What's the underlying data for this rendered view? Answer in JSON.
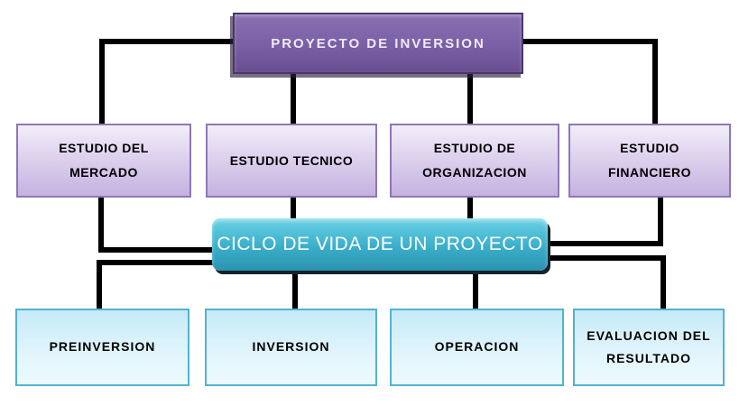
{
  "diagram": {
    "title_box": {
      "label": "PROYECTO DE INVERSION"
    },
    "middle_box": {
      "label": "CICLO DE VIDA DE UN PROYECTO"
    },
    "study_boxes": [
      {
        "label": "ESTUDIO DEL MERCADO"
      },
      {
        "label": "ESTUDIO TECNICO"
      },
      {
        "label": "ESTUDIO DE ORGANIZACION"
      },
      {
        "label": "ESTUDIO FINANCIERO"
      }
    ],
    "phase_boxes": [
      {
        "label": "PREINVERSION"
      },
      {
        "label": "INVERSION"
      },
      {
        "label": "OPERACION"
      },
      {
        "label": "EVALUACION DEL RESULTADO"
      }
    ],
    "colors": {
      "background": "#ffffff",
      "connector": "#000000",
      "title_box_fill_top": "#8a70b2",
      "title_box_fill_bottom": "#684e91",
      "title_box_border": "#4a3766",
      "study_box_fill_top": "#f2eef8",
      "study_box_fill_bottom": "#c4b2e0",
      "study_box_border": "#8d77b7",
      "middle_box_fill_top": "#6ad2e6",
      "middle_box_fill_bottom": "#2b93af",
      "middle_box_shadow": "#16222c",
      "phase_box_fill_top": "#c6eaf8",
      "phase_box_fill_bottom": "#edfafe",
      "phase_box_border": "#53b2d0"
    }
  }
}
